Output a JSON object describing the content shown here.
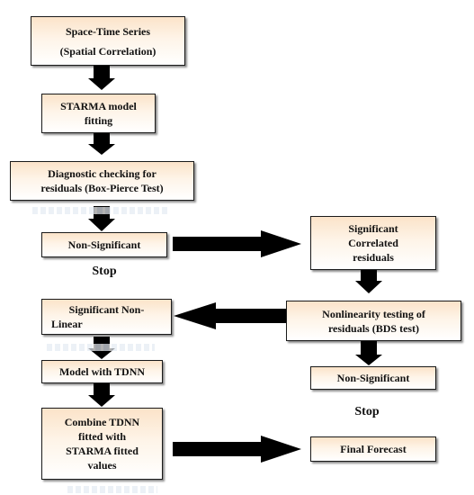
{
  "flowchart": {
    "left": {
      "space_time_series": [
        "Space-Time Series",
        "(Spatial Correlation)"
      ],
      "starma_fitting": [
        "STARMA model",
        "fitting"
      ],
      "diagnostic_checking": [
        "Diagnostic checking for",
        "residuals (Box-Pierce Test)"
      ],
      "non_significant": [
        "Non-Significant"
      ],
      "stop": "Stop",
      "significant_nonlinear": [
        "Significant Non-",
        "Linear"
      ],
      "model_tdnn": [
        "Model with TDNN"
      ],
      "combine": [
        "Combine TDNN",
        "fitted with",
        "STARMA fitted",
        "values"
      ]
    },
    "right": {
      "significant_correlated": [
        "Significant",
        "Correlated",
        "residuals"
      ],
      "nonlinearity_testing": [
        "Nonlinearity testing of",
        "residuals (BDS test)"
      ],
      "non_significant": [
        "Non-Significant"
      ],
      "stop": "Stop",
      "final_forecast": [
        "Final Forecast"
      ]
    }
  }
}
